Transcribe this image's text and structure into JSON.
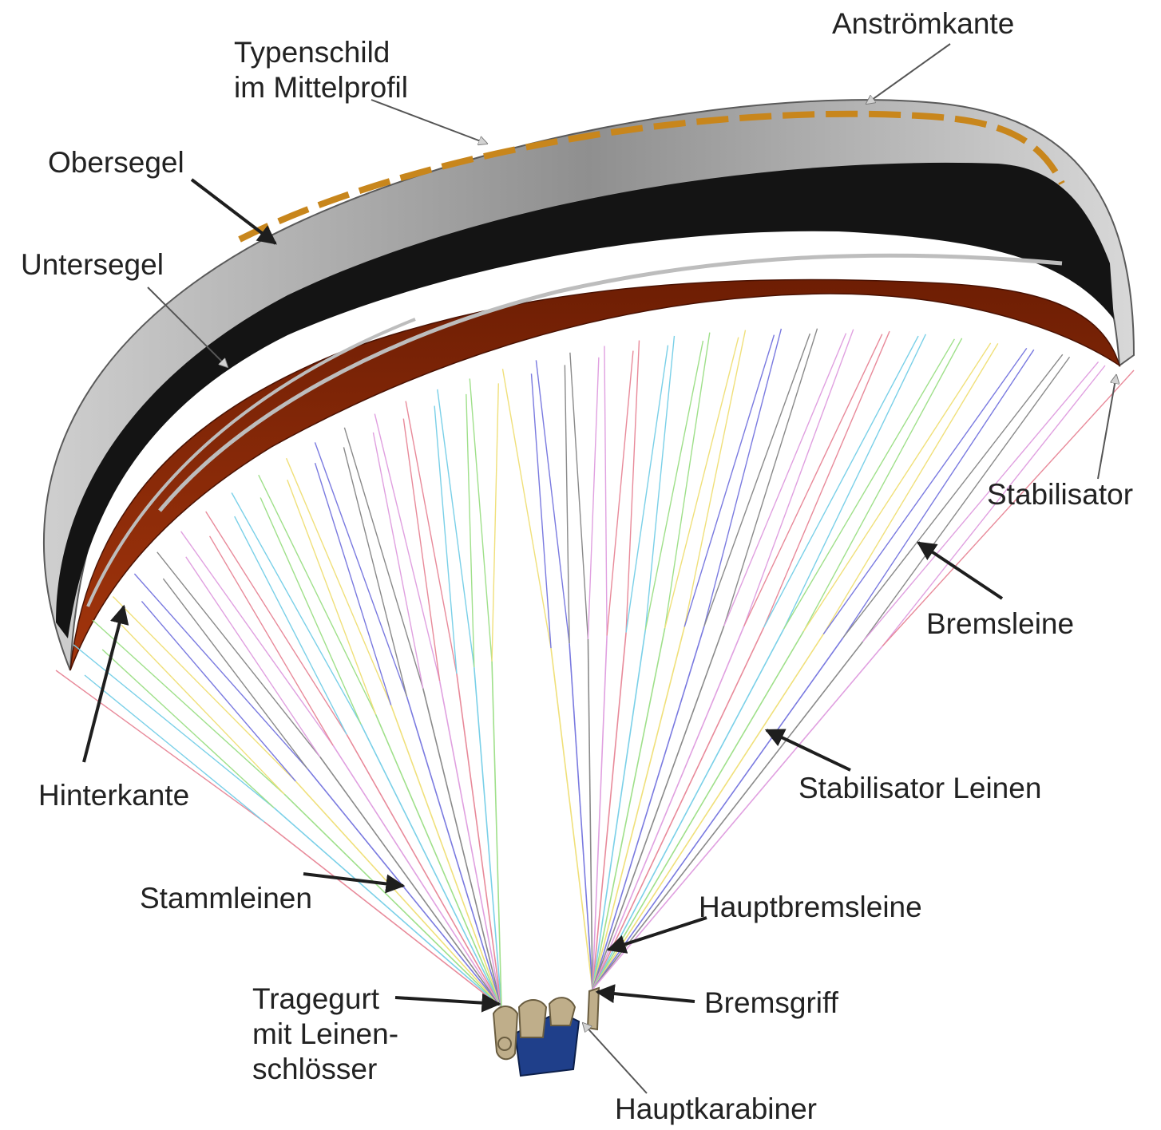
{
  "labels": {
    "anstroemkante": "Anströmkante",
    "typenschild_1": "Typenschild",
    "typenschild_2": "im Mittelprofil",
    "obersegel": "Obersegel",
    "untersegel": "Untersegel",
    "stabilisator": "Stabilisator",
    "bremsleine": "Bremsleine",
    "stabilisator_leinen": "Stabilisator Leinen",
    "hinterkante": "Hinterkante",
    "stammleinen": "Stammleinen",
    "hauptbremsleine": "Hauptbremsleine",
    "bremsgriff": "Bremsgriff",
    "tragegurt_1": "Tragegurt",
    "tragegurt_2": "mit Leinen-",
    "tragegurt_3": "schlösser",
    "hauptkarabiner": "Hauptkarabiner"
  },
  "colors": {
    "label_text": "#222222",
    "top_sail_grey": "#9a9a9a",
    "bottom_sail_red": "#8a2a08",
    "dark_band": "#141414",
    "accent_orange": "#c8861c",
    "harness_blue": "#1f3f8a",
    "harness_tan": "#bfae8a",
    "arrow_dark": "#1e1e1e",
    "arrow_light": "#cfcfcf",
    "line_palette": [
      "#e88a9a",
      "#7ad0e8",
      "#9fe08a",
      "#f0e07a",
      "#7a7ae0",
      "#8a8a8a",
      "#e0a0e0"
    ]
  }
}
